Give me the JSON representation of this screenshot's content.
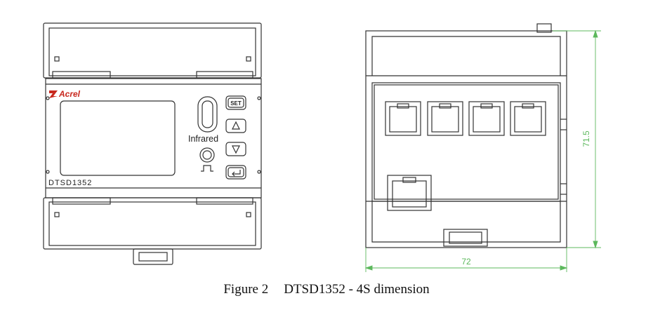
{
  "front_view": {
    "brand": "Acrel",
    "model": "DTSD1352",
    "infrared_label": "Infrared",
    "buttons": {
      "set": "SET"
    }
  },
  "side_view": {
    "width_dimension": "72",
    "height_dimension": "71.5",
    "dimension_color": "#5cb85c"
  },
  "caption": {
    "figure": "Figure 2",
    "text": "DTSD1352 - 4S dimension"
  }
}
